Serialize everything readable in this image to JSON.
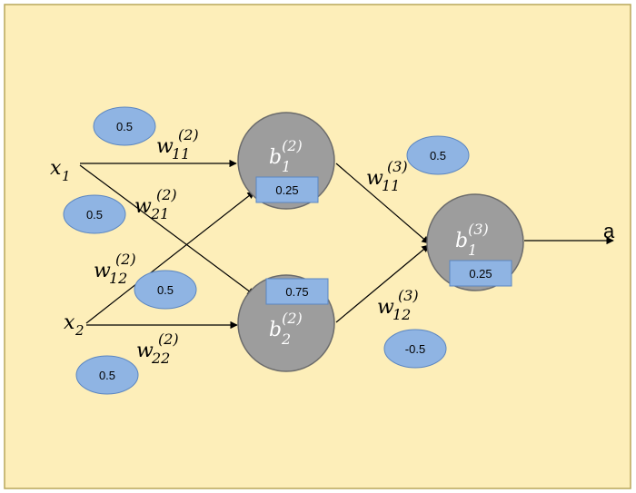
{
  "colors": {
    "background": "#fdeeb9",
    "frame": "#b8a75a",
    "node_fill": "#9d9d9d",
    "node_stroke": "#6b6b6b",
    "value_fill": "#8fb4e3",
    "value_stroke": "#5b86c1",
    "line": "#000000",
    "node_text": "#ffffff"
  },
  "inputs": [
    {
      "base": "x",
      "sub": "1"
    },
    {
      "base": "x",
      "sub": "2"
    }
  ],
  "output": {
    "label": "a"
  },
  "nodes": [
    {
      "base": "b",
      "sub": "1",
      "sup": "(2)",
      "bias": "0.25"
    },
    {
      "base": "b",
      "sub": "2",
      "sup": "(2)",
      "bias": "0.75"
    },
    {
      "base": "b",
      "sub": "1",
      "sup": "(3)",
      "bias": "0.25"
    }
  ],
  "weights": [
    {
      "base": "w",
      "sub": "11",
      "sup": "(2)",
      "value": "0.5"
    },
    {
      "base": "w",
      "sub": "21",
      "sup": "(2)",
      "value": "0.5"
    },
    {
      "base": "w",
      "sub": "12",
      "sup": "(2)",
      "value": "0.5"
    },
    {
      "base": "w",
      "sub": "22",
      "sup": "(2)",
      "value": "0.5"
    },
    {
      "base": "w",
      "sub": "11",
      "sup": "(3)",
      "value": "0.5"
    },
    {
      "base": "w",
      "sub": "12",
      "sup": "(3)",
      "value": "-0.5"
    }
  ]
}
